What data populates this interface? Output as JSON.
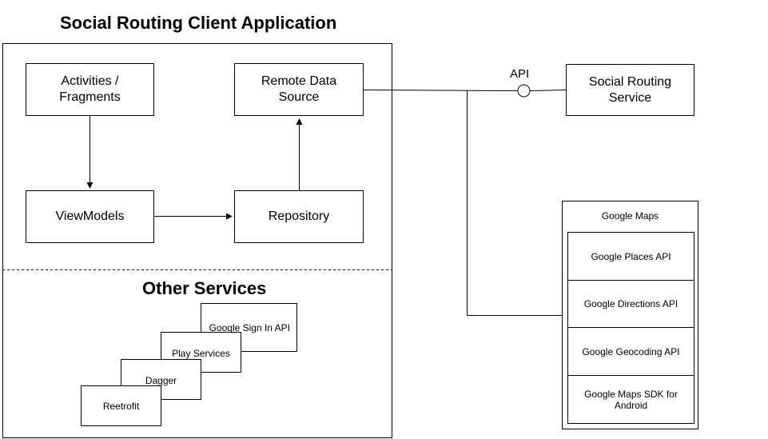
{
  "app": {
    "title": "Social Routing Client Application",
    "components": {
      "activities": "Activities / Fragments",
      "viewmodels": "ViewModels",
      "remote_data_source": "Remote Data Source",
      "repository": "Repository"
    },
    "other_services": {
      "title": "Other Services",
      "items": [
        "Google Sign In API",
        "Play Services",
        "Dagger",
        "Reetrofit"
      ]
    }
  },
  "api_label": "API",
  "social_routing_service": "Social Routing Service",
  "google_maps": {
    "title": "Google Maps",
    "items": [
      "Google Places API",
      "Google Directions API",
      "Google Geocoding API",
      "Google Maps SDK for Android"
    ]
  }
}
